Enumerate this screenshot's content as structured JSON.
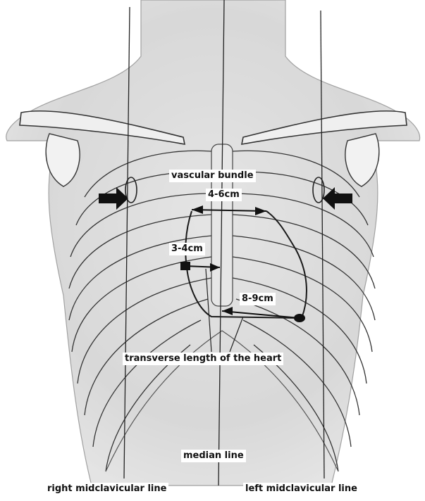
{
  "labels": {
    "vascular_bundle": "vascular bundle",
    "vascular_width": "4-6cm",
    "right_distance": "3-4cm",
    "left_distance": "8-9cm",
    "transverse": "transverse length of the heart",
    "median_line": "median line",
    "right_midclavicular": "right midclavicular line",
    "left_midclavicular": "left midclavicular line"
  },
  "colors": {
    "ink": "#2a2a2a",
    "shade": "#bdbdbd",
    "background": "#ffffff"
  }
}
